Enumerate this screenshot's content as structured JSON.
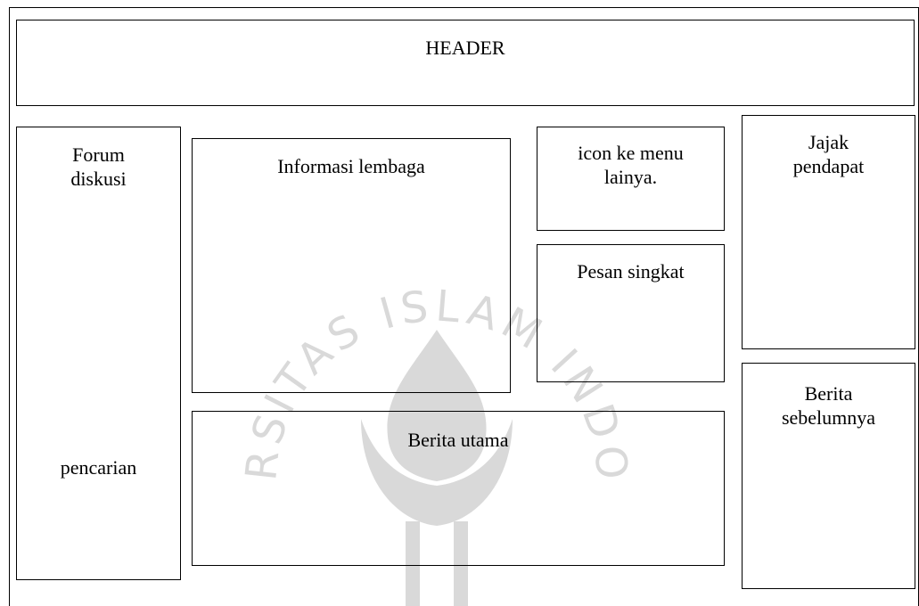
{
  "diagram": {
    "header": "HEADER",
    "forum": "Forum\ndiskusi",
    "pencarian": "pencarian",
    "informasi": "Informasi lembaga",
    "icon_menu": "icon ke menu\nlainya.",
    "pesan": "Pesan singkat",
    "berita_utama": "Berita utama",
    "jajak": "Jajak\npendapat",
    "berita_sebelumnya": "Berita\nsebelumnya"
  },
  "watermark": {
    "top_text": "ISLAM",
    "left_text": "UNIVERSITAS",
    "right_text": "INDONESIA",
    "color": "#d9d9d9"
  }
}
